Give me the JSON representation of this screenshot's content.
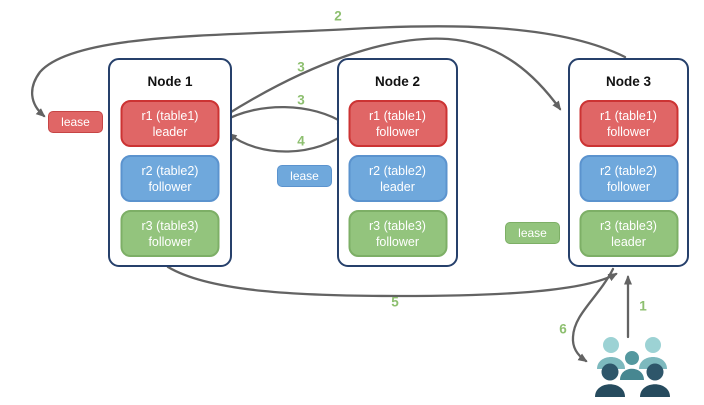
{
  "diagram": {
    "nodes": [
      {
        "title": "Node 1",
        "replicas": [
          {
            "name": "r1 (table1)",
            "role": "leader",
            "color": "red"
          },
          {
            "name": "r2 (table2)",
            "role": "follower",
            "color": "blue"
          },
          {
            "name": "r3 (table3)",
            "role": "follower",
            "color": "green"
          }
        ]
      },
      {
        "title": "Node 2",
        "replicas": [
          {
            "name": "r1 (table1)",
            "role": "follower",
            "color": "red"
          },
          {
            "name": "r2 (table2)",
            "role": "leader",
            "color": "blue"
          },
          {
            "name": "r3 (table3)",
            "role": "follower",
            "color": "green"
          }
        ]
      },
      {
        "title": "Node 3",
        "replicas": [
          {
            "name": "r1 (table1)",
            "role": "follower",
            "color": "red"
          },
          {
            "name": "r2 (table2)",
            "role": "follower",
            "color": "blue"
          },
          {
            "name": "r3 (table3)",
            "role": "leader",
            "color": "green"
          }
        ]
      }
    ],
    "leases": [
      {
        "label": "lease",
        "color": "red"
      },
      {
        "label": "lease",
        "color": "blue"
      },
      {
        "label": "lease",
        "color": "green"
      }
    ],
    "steps": [
      {
        "text": "1"
      },
      {
        "text": "2"
      },
      {
        "text": "3"
      },
      {
        "text": "3"
      },
      {
        "text": "4"
      },
      {
        "text": "5"
      },
      {
        "text": "6"
      }
    ],
    "icons": {
      "users": "users-icon"
    },
    "colors": {
      "replica_red": "#e06666",
      "replica_red_border": "#cc3333",
      "replica_blue": "#6fa8dc",
      "replica_blue_border": "#5b93ce",
      "replica_green": "#93c47d",
      "replica_green_border": "#7daf66",
      "node_border": "#26406b",
      "arrow": "#636363",
      "step_label": "#8dbf6f",
      "users_light_head": "#9cd2d4",
      "users_light_body": "#7db9be",
      "users_mid_head": "#54989f",
      "users_mid_body": "#478791",
      "users_dark_head": "#2e566a",
      "users_dark_body": "#264b5e"
    }
  }
}
